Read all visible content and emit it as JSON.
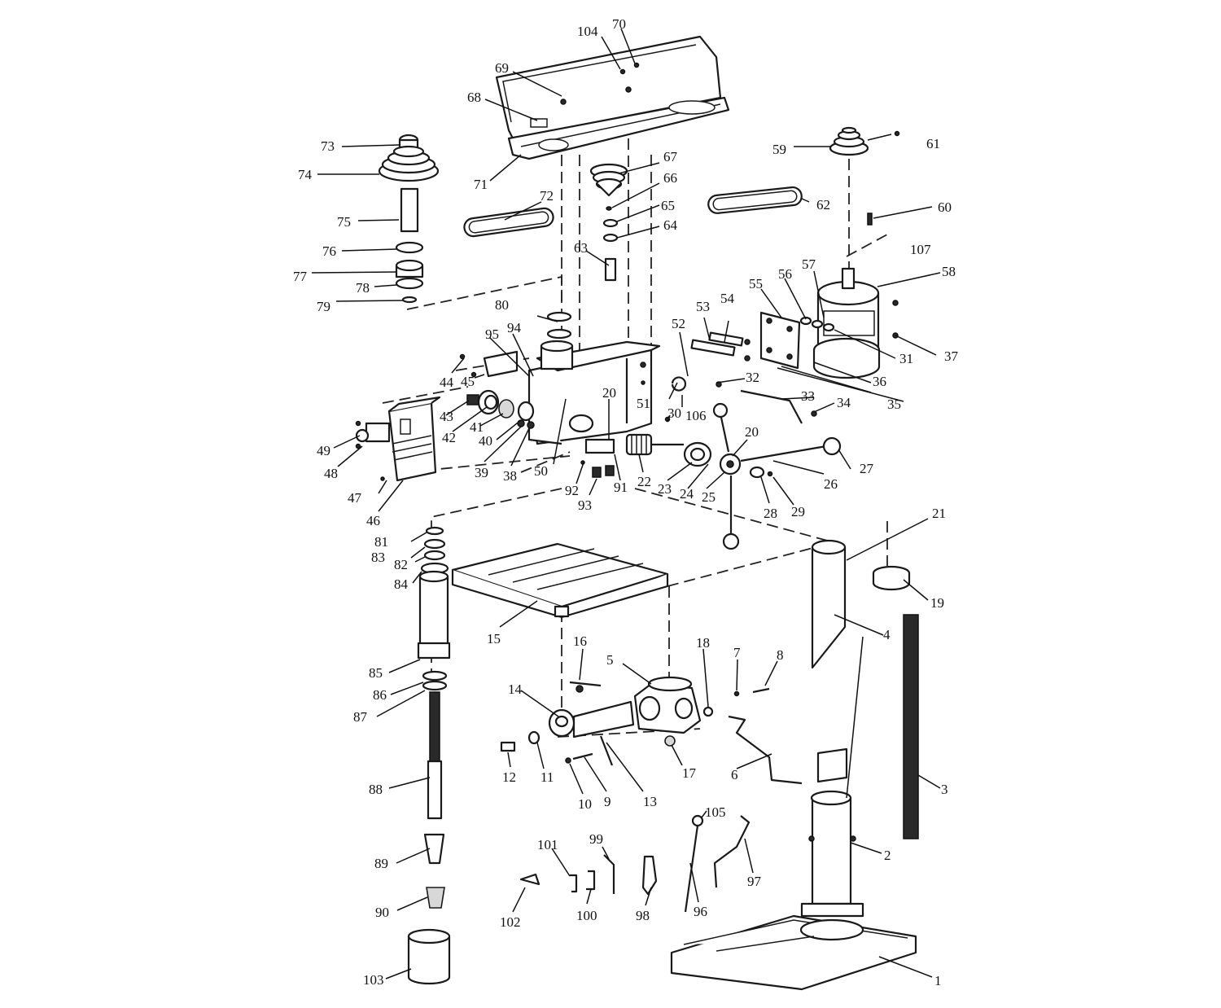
{
  "part_labels": [
    {
      "id": "1",
      "text": "1"
    },
    {
      "id": "2",
      "text": "2"
    },
    {
      "id": "3",
      "text": "3"
    },
    {
      "id": "4",
      "text": "4"
    },
    {
      "id": "5",
      "text": "5"
    },
    {
      "id": "6",
      "text": "6"
    },
    {
      "id": "7",
      "text": "7"
    },
    {
      "id": "8",
      "text": "8"
    },
    {
      "id": "9",
      "text": "9"
    },
    {
      "id": "10",
      "text": "10"
    },
    {
      "id": "11",
      "text": "11"
    },
    {
      "id": "12",
      "text": "12"
    },
    {
      "id": "13",
      "text": "13"
    },
    {
      "id": "14",
      "text": "14"
    },
    {
      "id": "15",
      "text": "15"
    },
    {
      "id": "16",
      "text": "16"
    },
    {
      "id": "17",
      "text": "17"
    },
    {
      "id": "18",
      "text": "18"
    },
    {
      "id": "19",
      "text": "19"
    },
    {
      "id": "20a",
      "text": "20"
    },
    {
      "id": "20b",
      "text": "20"
    },
    {
      "id": "21",
      "text": "21"
    },
    {
      "id": "22",
      "text": "22"
    },
    {
      "id": "23",
      "text": "23"
    },
    {
      "id": "24",
      "text": "24"
    },
    {
      "id": "25",
      "text": "25"
    },
    {
      "id": "26",
      "text": "26"
    },
    {
      "id": "27",
      "text": "27"
    },
    {
      "id": "28",
      "text": "28"
    },
    {
      "id": "29",
      "text": "29"
    },
    {
      "id": "30",
      "text": "30"
    },
    {
      "id": "31",
      "text": "31"
    },
    {
      "id": "32",
      "text": "32"
    },
    {
      "id": "33",
      "text": "33"
    },
    {
      "id": "34",
      "text": "34"
    },
    {
      "id": "35",
      "text": "35"
    },
    {
      "id": "36",
      "text": "36"
    },
    {
      "id": "37",
      "text": "37"
    },
    {
      "id": "38",
      "text": "38"
    },
    {
      "id": "39",
      "text": "39"
    },
    {
      "id": "40",
      "text": "40"
    },
    {
      "id": "41",
      "text": "41"
    },
    {
      "id": "42",
      "text": "42"
    },
    {
      "id": "43",
      "text": "43"
    },
    {
      "id": "44",
      "text": "44"
    },
    {
      "id": "45",
      "text": "45"
    },
    {
      "id": "46",
      "text": "46"
    },
    {
      "id": "47",
      "text": "47"
    },
    {
      "id": "48",
      "text": "48"
    },
    {
      "id": "49",
      "text": "49"
    },
    {
      "id": "50",
      "text": "50"
    },
    {
      "id": "51",
      "text": "51"
    },
    {
      "id": "52",
      "text": "52"
    },
    {
      "id": "53",
      "text": "53"
    },
    {
      "id": "54",
      "text": "54"
    },
    {
      "id": "55",
      "text": "55"
    },
    {
      "id": "56",
      "text": "56"
    },
    {
      "id": "57",
      "text": "57"
    },
    {
      "id": "58",
      "text": "58"
    },
    {
      "id": "59",
      "text": "59"
    },
    {
      "id": "60",
      "text": "60"
    },
    {
      "id": "61",
      "text": "61"
    },
    {
      "id": "62",
      "text": "62"
    },
    {
      "id": "63",
      "text": "63"
    },
    {
      "id": "64",
      "text": "64"
    },
    {
      "id": "65",
      "text": "65"
    },
    {
      "id": "66",
      "text": "66"
    },
    {
      "id": "67",
      "text": "67"
    },
    {
      "id": "68",
      "text": "68"
    },
    {
      "id": "69",
      "text": "69"
    },
    {
      "id": "70",
      "text": "70"
    },
    {
      "id": "71",
      "text": "71"
    },
    {
      "id": "72",
      "text": "72"
    },
    {
      "id": "73",
      "text": "73"
    },
    {
      "id": "74",
      "text": "74"
    },
    {
      "id": "75",
      "text": "75"
    },
    {
      "id": "76",
      "text": "76"
    },
    {
      "id": "77",
      "text": "77"
    },
    {
      "id": "78",
      "text": "78"
    },
    {
      "id": "79",
      "text": "79"
    },
    {
      "id": "80",
      "text": "80"
    },
    {
      "id": "81",
      "text": "81"
    },
    {
      "id": "82",
      "text": "82"
    },
    {
      "id": "83",
      "text": "83"
    },
    {
      "id": "84",
      "text": "84"
    },
    {
      "id": "85",
      "text": "85"
    },
    {
      "id": "86",
      "text": "86"
    },
    {
      "id": "87",
      "text": "87"
    },
    {
      "id": "88",
      "text": "88"
    },
    {
      "id": "89",
      "text": "89"
    },
    {
      "id": "90",
      "text": "90"
    },
    {
      "id": "91",
      "text": "91"
    },
    {
      "id": "92",
      "text": "92"
    },
    {
      "id": "93",
      "text": "93"
    },
    {
      "id": "94",
      "text": "94"
    },
    {
      "id": "95",
      "text": "95"
    },
    {
      "id": "96",
      "text": "96"
    },
    {
      "id": "97",
      "text": "97"
    },
    {
      "id": "98",
      "text": "98"
    },
    {
      "id": "99",
      "text": "99"
    },
    {
      "id": "100",
      "text": "100"
    },
    {
      "id": "101",
      "text": "101"
    },
    {
      "id": "102",
      "text": "102"
    },
    {
      "id": "103",
      "text": "103"
    },
    {
      "id": "104",
      "text": "104"
    },
    {
      "id": "105",
      "text": "105"
    },
    {
      "id": "106",
      "text": "106"
    },
    {
      "id": "107",
      "text": "107"
    }
  ]
}
